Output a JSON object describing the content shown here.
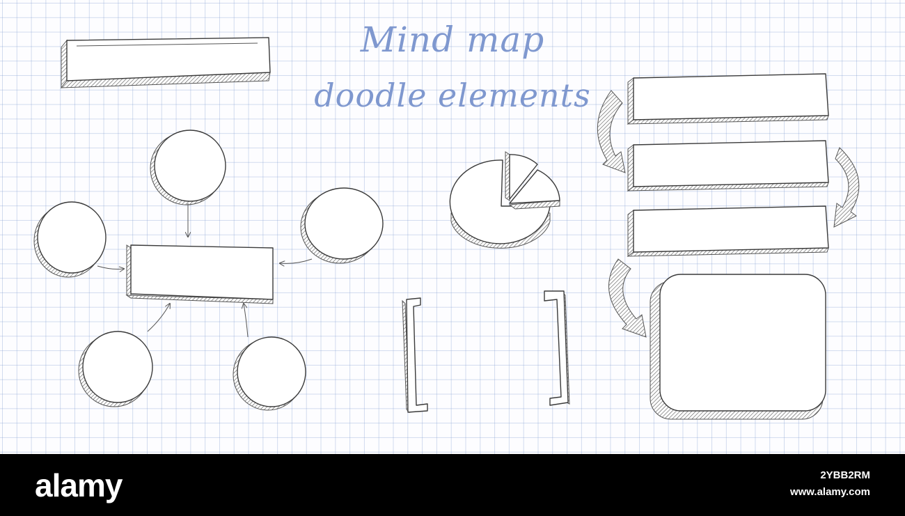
{
  "title": {
    "line1": "Mind map",
    "line2": "doodle elements",
    "color": "#7f98cf"
  },
  "footer": {
    "brand": "alamy",
    "image_id": "2YBB2RM",
    "website": "www.alamy.com"
  },
  "colors": {
    "paper": "#fdfdff",
    "grid": "#7896cd",
    "ink": "#3a3a3a"
  },
  "elements": [
    "top-left-banner",
    "mind-map-center-box",
    "mind-map-circles",
    "pie-chart",
    "brackets",
    "stacked-banners",
    "curved-arrows",
    "rounded-frame"
  ]
}
